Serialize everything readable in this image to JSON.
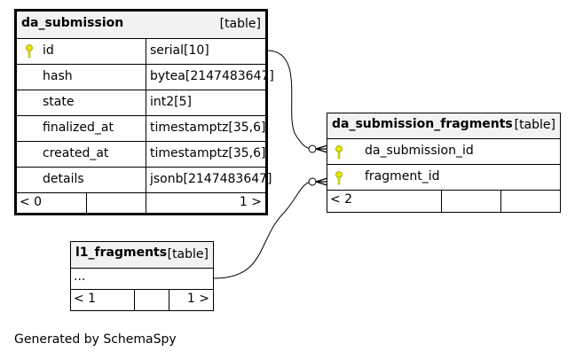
{
  "tables": {
    "da_submission": {
      "name": "da_submission",
      "kind": "[table]",
      "columns": [
        {
          "name": "id",
          "type": "serial[10]",
          "key": "primary"
        },
        {
          "name": "hash",
          "type": "bytea[2147483647]",
          "key": ""
        },
        {
          "name": "state",
          "type": "int2[5]",
          "key": ""
        },
        {
          "name": "finalized_at",
          "type": "timestamptz[35,6]",
          "key": ""
        },
        {
          "name": "created_at",
          "type": "timestamptz[35,6]",
          "key": ""
        },
        {
          "name": "details",
          "type": "jsonb[2147483647]",
          "key": ""
        }
      ],
      "parents": "< 0",
      "children": "1 >"
    },
    "da_submission_fragments": {
      "name": "da_submission_fragments",
      "kind": "[table]",
      "columns": [
        {
          "name": "da_submission_id",
          "key": "foreign"
        },
        {
          "name": "fragment_id",
          "key": "foreign"
        }
      ],
      "parents": "< 2",
      "children": ""
    },
    "l1_fragments": {
      "name": "l1_fragments",
      "kind": "[table]",
      "body": "...",
      "parents": "< 1",
      "children": "1 >"
    }
  },
  "footer": "Generated by SchemaSpy",
  "colors": {
    "border": "#000000",
    "header_bg": "#f2f2f2",
    "key_icon": "#e6e600"
  }
}
